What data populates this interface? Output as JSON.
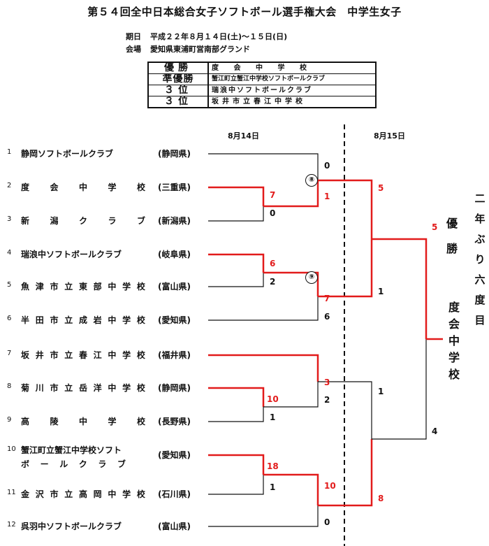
{
  "title": "第５４回全中日本総合女子ソフトボール選手権大会　中学生女子",
  "info": {
    "period_label": "期日",
    "period_value": "平成２２年８月１４日(土)～１５日(日)",
    "venue_label": "会場",
    "venue_value": "愛知県東浦町営南部グランド"
  },
  "results": [
    {
      "rank": "優勝",
      "team": "度　　会　　中　　学　　校"
    },
    {
      "rank": "準優勝",
      "team": "蟹江町立蟹江中学校ソフトボールクラブ"
    },
    {
      "rank": "３位",
      "team": "瑞浪中ソフトボールクラブ"
    },
    {
      "rank": "３位",
      "team": "坂井市立春江中学校"
    }
  ],
  "dates": {
    "day1": "8月14日",
    "day2": "8月15日"
  },
  "teams": [
    {
      "num": "1",
      "name": "静岡ソフトボールクラブ",
      "spread": false,
      "pref": "(静岡県)"
    },
    {
      "num": "2",
      "name": "度会中学校",
      "spread": true,
      "pref": "(三重県)"
    },
    {
      "num": "3",
      "name": "新潟クラブ",
      "spread": true,
      "pref": "(新潟県)"
    },
    {
      "num": "4",
      "name": "瑞浪中ソフトボールクラブ",
      "spread": false,
      "pref": "(岐阜県)"
    },
    {
      "num": "5",
      "name": "魚津市立東部中学校",
      "spread": true,
      "pref": "(富山県)"
    },
    {
      "num": "6",
      "name": "半田市立成岩中学校",
      "spread": true,
      "pref": "(愛知県)"
    },
    {
      "num": "7",
      "name": "坂井市立春江中学校",
      "spread": true,
      "pref": "(福井県)"
    },
    {
      "num": "8",
      "name": "菊川市立岳洋中学校",
      "spread": true,
      "pref": "(静岡県)"
    },
    {
      "num": "9",
      "name": "高陵中学校",
      "spread": true,
      "pref": "(長野県)"
    },
    {
      "num": "10",
      "name": "蟹江町立蟹江中学校ソフト",
      "name2": "ボールクラブ",
      "spread": false,
      "pref": "(愛知県)"
    },
    {
      "num": "11",
      "name": "金沢市立高岡中学校",
      "spread": true,
      "pref": "(石川県)"
    },
    {
      "num": "12",
      "name": "呉羽中ソフトボールクラブ",
      "spread": false,
      "pref": "(富山県)"
    }
  ],
  "match_labels": {
    "m8": "⑧",
    "m9": "⑨"
  },
  "scores": [
    {
      "value": "7",
      "winner": true
    },
    {
      "value": "0",
      "winner": false
    },
    {
      "value": "6",
      "winner": true
    },
    {
      "value": "2",
      "winner": false
    },
    {
      "value": "10",
      "winner": true
    },
    {
      "value": "1",
      "winner": false
    },
    {
      "value": "18",
      "winner": true
    },
    {
      "value": "1",
      "winner": false
    },
    {
      "value": "0",
      "winner": false
    },
    {
      "value": "1",
      "winner": true
    },
    {
      "value": "7",
      "winner": true
    },
    {
      "value": "6",
      "winner": false
    },
    {
      "value": "3",
      "winner": true
    },
    {
      "value": "2",
      "winner": false
    },
    {
      "value": "10",
      "winner": true
    },
    {
      "value": "0",
      "winner": false
    },
    {
      "value": "5",
      "winner": true
    },
    {
      "value": "1",
      "winner": false
    },
    {
      "value": "1",
      "winner": false
    },
    {
      "value": "8",
      "winner": true
    },
    {
      "value": "5",
      "winner": true
    },
    {
      "value": "4",
      "winner": false
    }
  ],
  "champion": {
    "label": "優勝",
    "team": "度会中学校"
  },
  "note": "二年ぶり六度目",
  "colors": {
    "winner_line": "#e21b1b",
    "line": "#111111"
  }
}
